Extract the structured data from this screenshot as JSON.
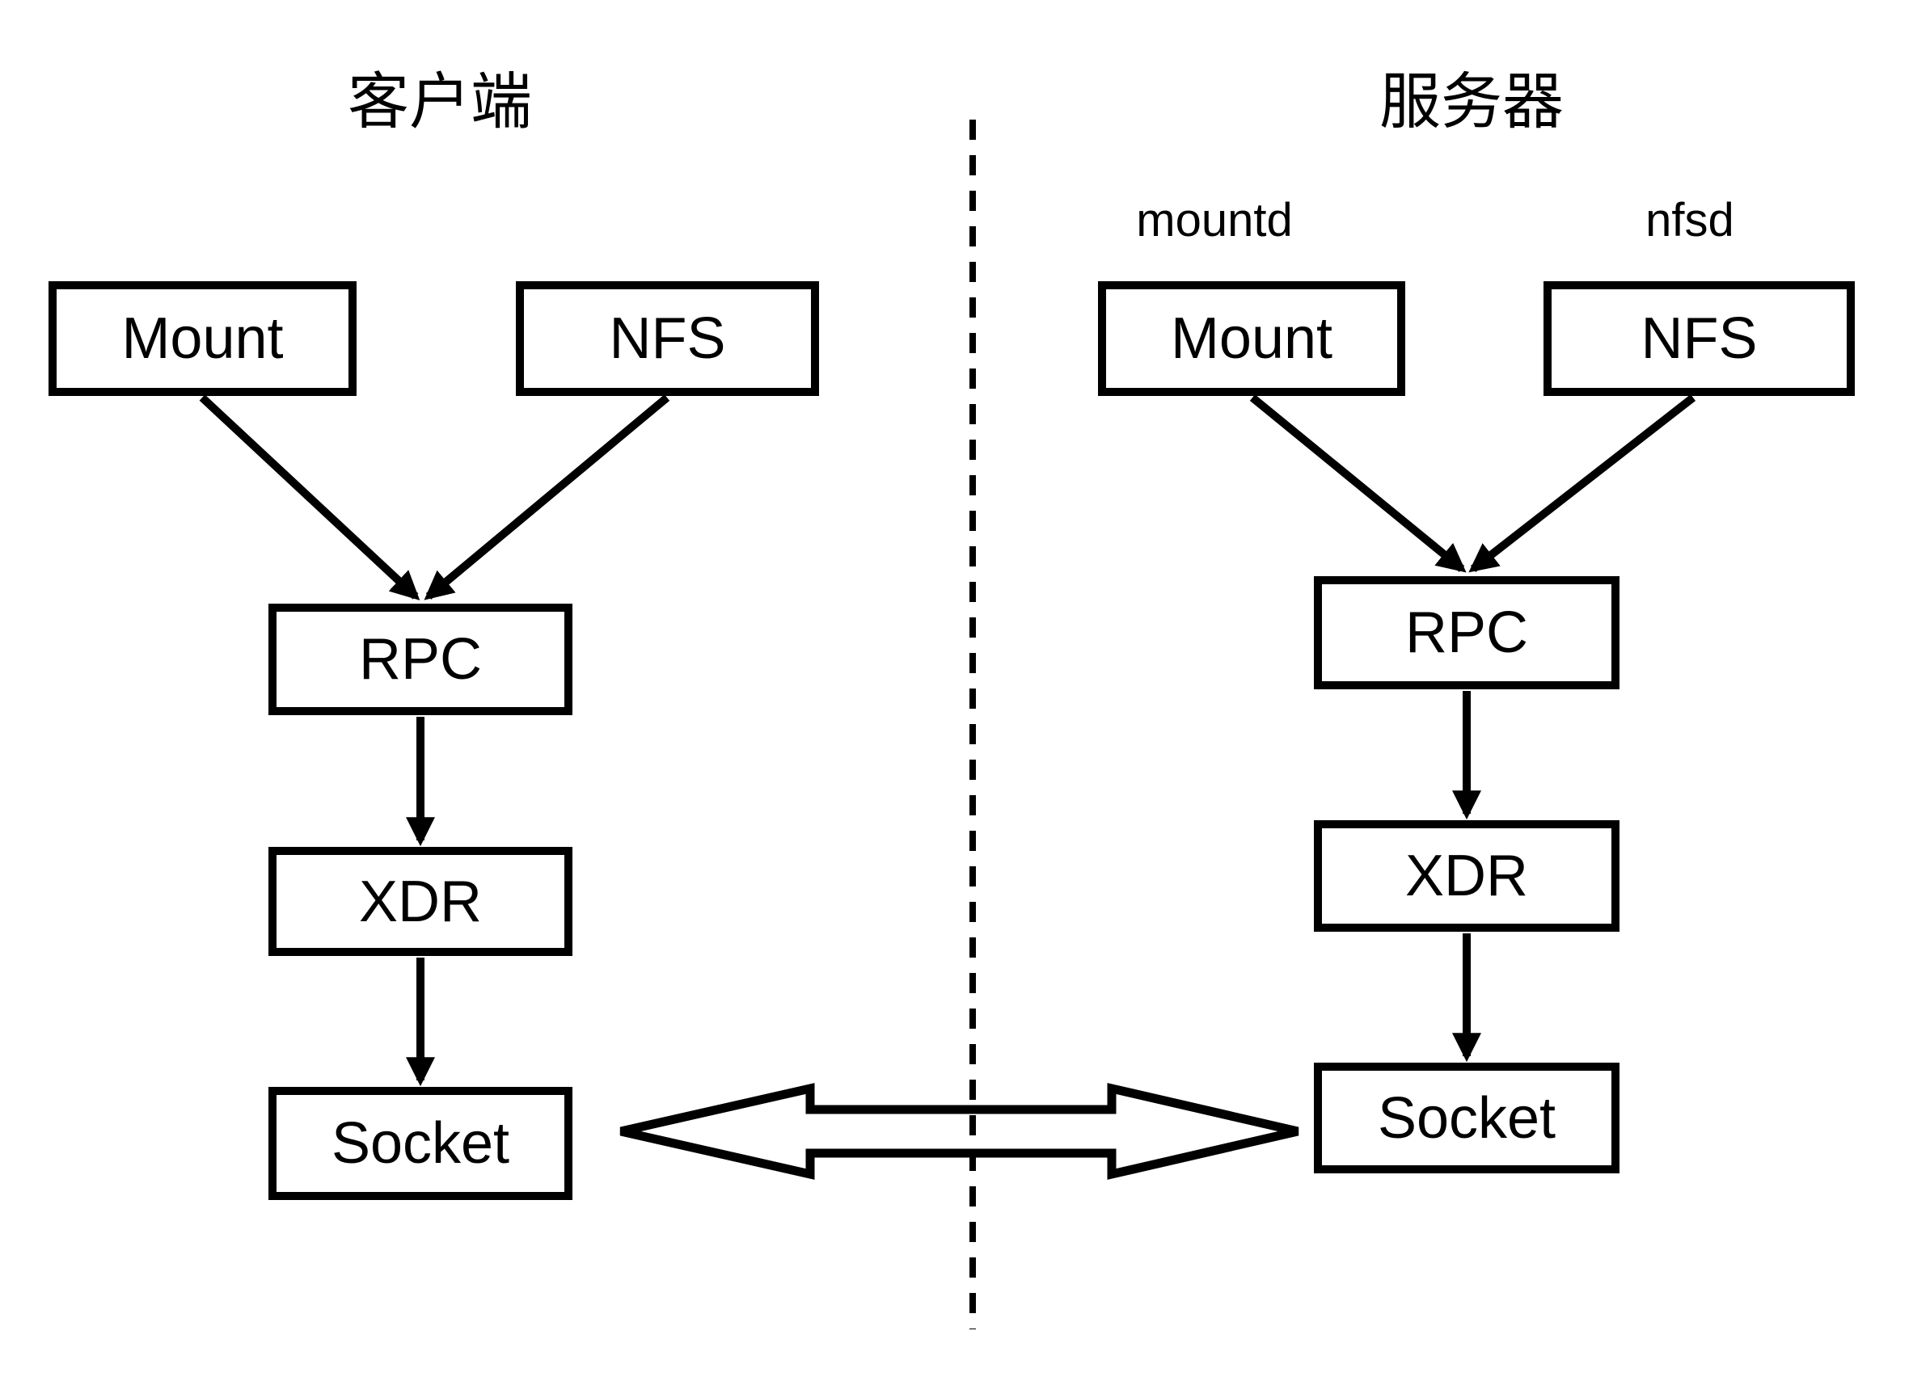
{
  "page": {
    "background": "#ffffff",
    "line_color": "#000000"
  },
  "client": {
    "title": "客户端",
    "boxes": {
      "mount": "Mount",
      "nfs": "NFS",
      "rpc": "RPC",
      "xdr": "XDR",
      "socket": "Socket"
    }
  },
  "server": {
    "title": "服务器",
    "daemons": {
      "mountd": "mountd",
      "nfsd": "nfsd"
    },
    "boxes": {
      "mount": "Mount",
      "nfs": "NFS",
      "rpc": "RPC",
      "xdr": "XDR",
      "socket": "Socket"
    }
  },
  "connections": {
    "client": [
      "Mount→RPC",
      "NFS→RPC",
      "RPC→XDR",
      "XDR→Socket"
    ],
    "server": [
      "Mount→RPC",
      "NFS→RPC",
      "RPC→XDR",
      "XDR→Socket"
    ],
    "between_sides": "Socket↔Socket"
  }
}
